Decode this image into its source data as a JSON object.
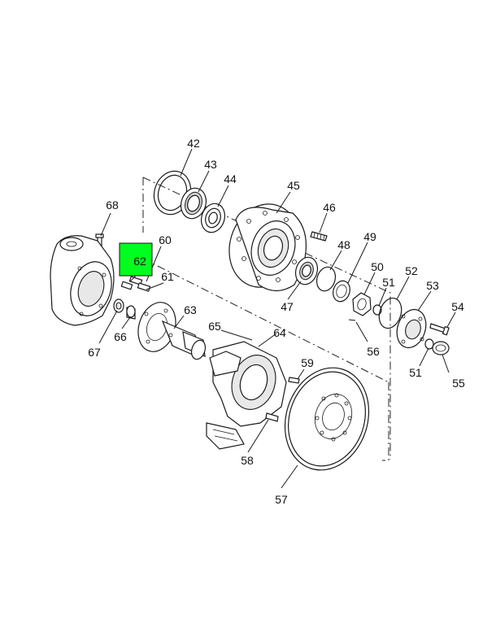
{
  "highlight": {
    "label": "62",
    "color": "#00ff1e"
  },
  "callouts": {
    "c42": "42",
    "c43": "43",
    "c44": "44",
    "c45": "45",
    "c46": "46",
    "c47": "47",
    "c48": "48",
    "c49": "49",
    "c50": "50",
    "c51a": "51",
    "c51b": "51",
    "c52": "52",
    "c53": "53",
    "c54": "54",
    "c55": "55",
    "c56": "56",
    "c57": "57",
    "c58": "58",
    "c59": "59",
    "c60": "60",
    "c61": "61",
    "c63": "63",
    "c64": "64",
    "c65": "65",
    "c66": "66",
    "c67": "67",
    "c68": "68"
  }
}
